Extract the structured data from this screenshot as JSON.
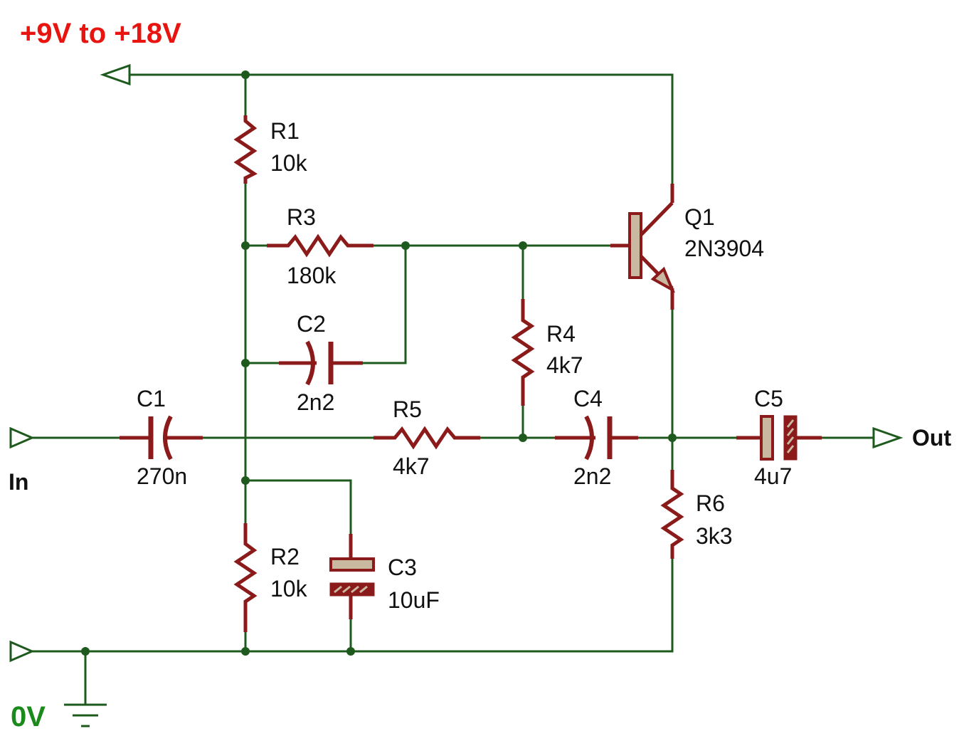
{
  "supply_label": "+9V to +18V",
  "ground_label": "0V",
  "input_label": "In",
  "output_label": "Out",
  "colors": {
    "wire": "#1e5a1e",
    "component": "#8b1a1a",
    "supply_text": "#e8140f",
    "ground_text": "#1a8a1a",
    "plate_fill": "#c9b9a0"
  },
  "components": {
    "R1": {
      "ref": "R1",
      "value": "10k"
    },
    "R2": {
      "ref": "R2",
      "value": "10k"
    },
    "R3": {
      "ref": "R3",
      "value": "180k"
    },
    "R4": {
      "ref": "R4",
      "value": "4k7"
    },
    "R5": {
      "ref": "R5",
      "value": "4k7"
    },
    "R6": {
      "ref": "R6",
      "value": "3k3"
    },
    "C1": {
      "ref": "C1",
      "value": "270n"
    },
    "C2": {
      "ref": "C2",
      "value": "2n2"
    },
    "C3": {
      "ref": "C3",
      "value": "10uF"
    },
    "C4": {
      "ref": "C4",
      "value": "2n2"
    },
    "C5": {
      "ref": "C5",
      "value": "4u7"
    },
    "Q1": {
      "ref": "Q1",
      "value": "2N3904"
    }
  }
}
